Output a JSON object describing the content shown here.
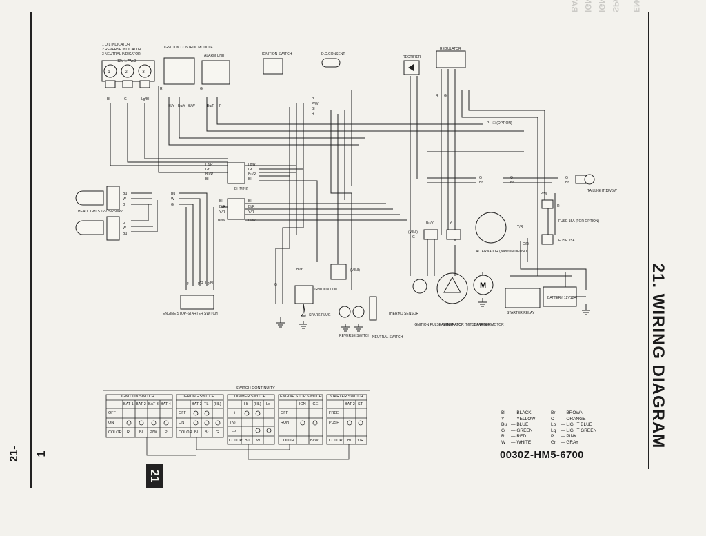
{
  "page": {
    "title": "21. WIRING DIAGRAM",
    "page_number": "21-1",
    "section_tab": "21",
    "part_number": "0030Z-HM5-6700"
  },
  "indicators": {
    "items": [
      "1 OIL INDICATOR",
      "2 REVERSE INDICATOR",
      "3 NEUTRAL INDICATOR"
    ],
    "bulb": "12V 1.7Wx3",
    "numbers": [
      "1",
      "2",
      "3"
    ]
  },
  "components": {
    "ignition_control_module": "IGNITION CONTROL MODULE",
    "alarm_unit": "ALARM UNIT",
    "ignition_switch": "IGNITION SWITCH",
    "dc_consent": "D.C.CONSENT",
    "rectifier": "RECTIFIER",
    "regulator": "REGULATOR",
    "option": "P—☐ (OPTION)",
    "taillight": "TAILLIGHT 12V5W",
    "headlights": "HEADLIGHTS 12V25/25Wx2",
    "mini": "(MINI)",
    "bl_mini": "Bl (MINI)",
    "fuse_15a_option": "FUSE 15A (FOR OPTION)",
    "fuse_15a": "FUSE 15A",
    "alternator_nippon": "ALTERNATOR (NIPPON DENSO)",
    "ignition_coil": "IGNITION COIL",
    "spark_plug": "SPARK PLUG",
    "reverse_switch": "REVERSE SWITCH",
    "neutral_switch": "NEUTRAL SWITCH",
    "thermo_sensor": "THERMO SENSOR",
    "ignition_pulse_generator": "IGNITION PULSE GENERATOR",
    "alternator_mitsuba": "ALTERNATOR (MITSBA DENKI)",
    "starter_motor": "STARTER MOTOR",
    "starter_relay": "STARTER RELAY",
    "battery": "BATTERY 12V12AH",
    "engine_stop_starter_switch": "ENGINE STOP-STARTER SWITCH",
    "motor_symbol": "M"
  },
  "wire_labels": {
    "indicator_wires": [
      "Bl",
      "G",
      "Lg/Bl",
      "G",
      "Lg/Bl",
      "G",
      "Bl"
    ],
    "module_wires": [
      "R",
      "Bl/Y",
      "Bu/Y",
      "Bl/W"
    ],
    "alarm_wires": [
      "G",
      "Bu/R",
      "P"
    ],
    "ign_switch_wires": [
      "P",
      "P/W",
      "Bl",
      "R"
    ],
    "dimmer_left": [
      "Lg/R",
      "Gr",
      "Bu/R",
      "Bl"
    ],
    "dimmer_right": [
      "Lg/R",
      "Gr",
      "Bu/R",
      "Bl"
    ],
    "headlight_wires": [
      "Bu",
      "W",
      "G"
    ],
    "stop_switch_wires": [
      "Bl",
      "Bl/R",
      "Y/R",
      "Bl/W"
    ],
    "taillight_wires": [
      "G",
      "Br"
    ],
    "starter_labels": [
      "Y/R",
      "G/R",
      "R",
      "P/W"
    ],
    "regulator_wires": [
      "Y",
      "Y",
      "Y",
      "R",
      "G"
    ],
    "pulse_wires": [
      "Bu/Y",
      "G"
    ],
    "coil_wires": [
      "Bl/Y",
      "G"
    ],
    "switch_wires": [
      "Lg",
      "Lg/R",
      "Lg/Bl"
    ]
  },
  "switch_continuity": {
    "title": "SWITCH CONTINUITY",
    "ignition": {
      "title": "IGNITION SWITCH",
      "columns": [
        "BAT 1",
        "BAT 2",
        "BAT 3",
        "BAT 4"
      ],
      "rows": [
        "OFF",
        "ON",
        "COLOR"
      ],
      "colors": [
        "R",
        "Bl",
        "P/W",
        "P"
      ]
    },
    "lighting": {
      "title": "LIGHTING SWITCH",
      "columns": [
        "BAT 2",
        "TL",
        "(HL)"
      ],
      "rows": [
        "OFF",
        "ON",
        "COLOR"
      ],
      "colors": [
        "Bl",
        "Br",
        "G"
      ]
    },
    "dimmer": {
      "title": "DIMMER SWITCH",
      "columns": [
        "Hi",
        "(HL)",
        "Lo"
      ],
      "rows": [
        "Hi",
        "(N)",
        "Lo",
        "COLOR"
      ],
      "colors": [
        "Bu",
        "W",
        ""
      ]
    },
    "engine_stop": {
      "title": "ENGINE STOP SWITCH",
      "columns": [
        "IGN",
        "IGE"
      ],
      "rows": [
        "OFF",
        "RUN",
        "COLOR"
      ],
      "colors": [
        "",
        "Bl/W"
      ]
    },
    "starter": {
      "title": "STARTER SWITCH",
      "columns": [
        "BAT 2",
        "ST"
      ],
      "rows": [
        "FREE",
        "PUSH",
        "COLOR"
      ],
      "colors": [
        "Bl",
        "Y/R"
      ]
    }
  },
  "color_key": [
    {
      "code": "Bl",
      "name": "BLACK",
      "code2": "Br",
      "name2": "BROWN"
    },
    {
      "code": "Y",
      "name": "YELLOW",
      "code2": "O",
      "name2": "ORANGE"
    },
    {
      "code": "Bu",
      "name": "BLUE",
      "code2": "Lb",
      "name2": "LIGHT BLUE"
    },
    {
      "code": "G",
      "name": "GREEN",
      "code2": "Lg",
      "name2": "LIGHT GREEN"
    },
    {
      "code": "R",
      "name": "RED",
      "code2": "P",
      "name2": "PINK"
    },
    {
      "code": "W",
      "name": "WHITE",
      "code2": "Gr",
      "name2": "GRAY"
    }
  ],
  "mirror_text": [
    "ENGINE DA",
    "SPARK PLUG",
    "IGNITION TIMING",
    "IGNITION SYSTEM",
    "BATTERY"
  ],
  "colors": {
    "ink": "#222222",
    "paper": "#f3f2ed"
  }
}
